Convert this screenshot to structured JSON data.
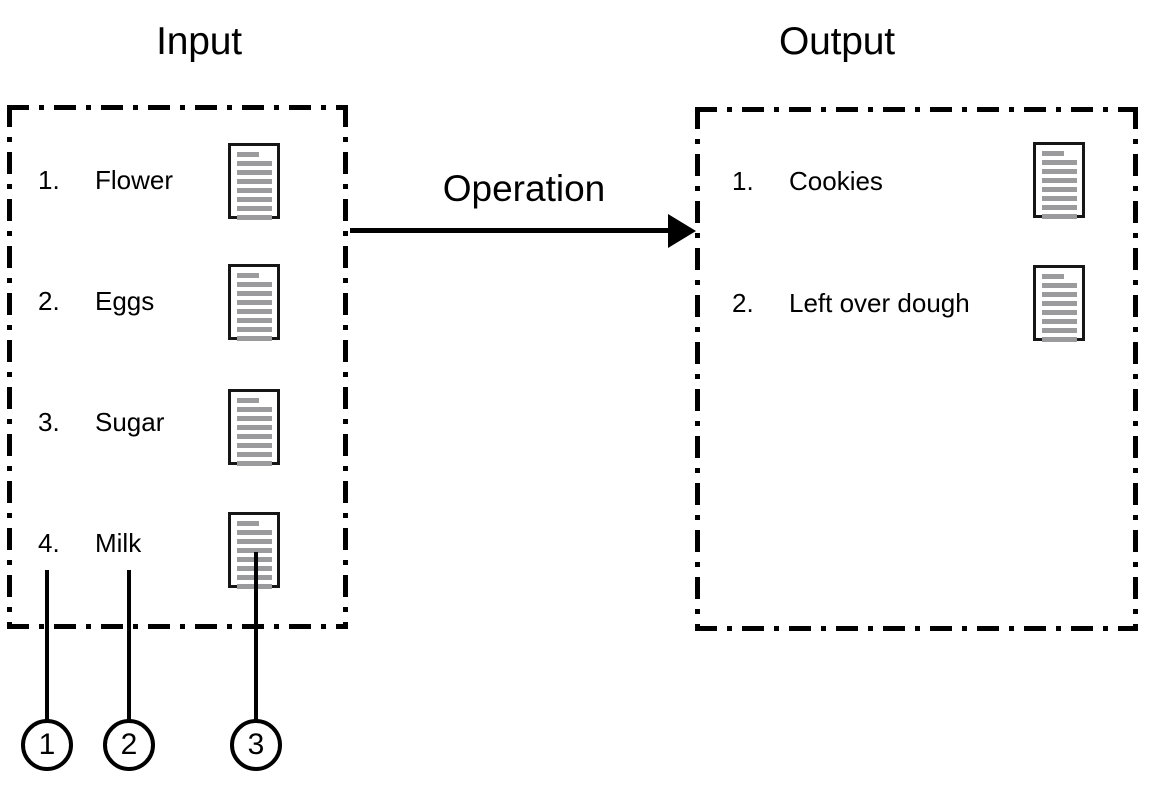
{
  "sections": {
    "input": {
      "title": "Input",
      "items": [
        {
          "num": "1.",
          "label": "Flower"
        },
        {
          "num": "2.",
          "label": "Eggs"
        },
        {
          "num": "3.",
          "label": "Sugar"
        },
        {
          "num": "4.",
          "label": "Milk"
        }
      ]
    },
    "output": {
      "title": "Output",
      "items": [
        {
          "num": "1.",
          "label": "Cookies"
        },
        {
          "num": "2.",
          "label": "Left over dough"
        }
      ]
    }
  },
  "arrow": {
    "label": "Operation"
  },
  "callouts": [
    {
      "number": "1"
    },
    {
      "number": "2"
    },
    {
      "number": "3"
    }
  ],
  "icons": {
    "document": "document-icon"
  },
  "colors": {
    "stroke": "#000000",
    "document_border": "#161616",
    "document_line": "#9b9b9e",
    "background": "#ffffff"
  }
}
